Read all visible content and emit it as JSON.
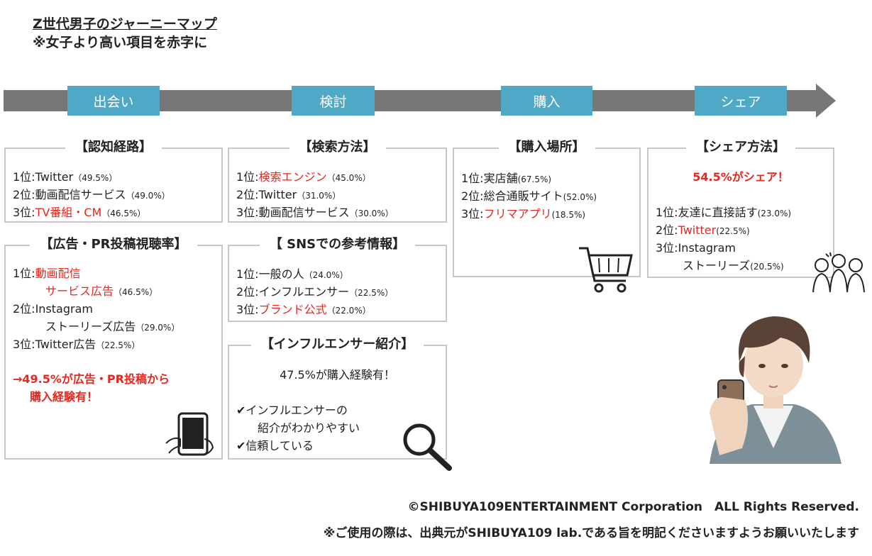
{
  "header": {
    "title": "Z世代男子のジャーニーマップ",
    "subtitle": "※女子より高い項目を赤字に"
  },
  "stages": [
    "出会い",
    "検討",
    "購入",
    "シェア"
  ],
  "boxes": {
    "awareness": {
      "title": "【認知経路】",
      "items": [
        {
          "rank": "1位:",
          "label": "Twitter",
          "pct": "（49.5%）"
        },
        {
          "rank": "2位:",
          "label": "動画配信サービス",
          "pct": "（49.0%）"
        },
        {
          "rank": "3位:",
          "label": "TV番組・CM",
          "pct": "（46.5%）"
        }
      ]
    },
    "ads": {
      "title": "【広告・PR投稿視聴率】",
      "items": [
        {
          "rank": "1位:",
          "label_line1": "動画配信",
          "label_line2": "サービス広告",
          "pct": "（46.5%）"
        },
        {
          "rank": "2位:",
          "label_line1": "Instagram",
          "label_line2": "ストーリーズ広告",
          "pct": "（29.0%）"
        },
        {
          "rank": "3位:",
          "label": "Twitter広告",
          "pct": "（22.5%）"
        }
      ],
      "note_line1": "→49.5%が広告・PR投稿から",
      "note_line2": "購入経験有！"
    },
    "search": {
      "title": "【検索方法】",
      "items": [
        {
          "rank": "1位:",
          "label": "検索エンジン",
          "pct": "（45.0%）"
        },
        {
          "rank": "2位:",
          "label": "Twitter",
          "pct": "（31.0%）"
        },
        {
          "rank": "3位:",
          "label": "動画配信サービス",
          "pct": "（30.0%）"
        }
      ]
    },
    "sns_info": {
      "title": "【 SNSでの参考情報】",
      "items": [
        {
          "rank": "1位:",
          "label": "一般の人",
          "pct": "（24.0%）"
        },
        {
          "rank": "2位:",
          "label": "インフルエンサー",
          "pct": "（22.5%）"
        },
        {
          "rank": "3位:",
          "label": "ブランド公式",
          "pct": "（22.0%）"
        }
      ]
    },
    "influencer": {
      "title": "【インフルエンサー紹介】",
      "headline": "47.5%が購入経験有！",
      "check1_line1": "✔インフルエンサーの",
      "check1_line2": "紹介がわかりやすい",
      "check2": "✔信頼している"
    },
    "purchase": {
      "title": "【購入場所】",
      "items": [
        {
          "rank": "1位:",
          "label": "実店舗",
          "pct": "(67.5%)"
        },
        {
          "rank": "2位:",
          "label": "総合通販サイト",
          "pct": "(52.0%)"
        },
        {
          "rank": "3位:",
          "label": "フリマアプリ",
          "pct": "(18.5%)"
        }
      ]
    },
    "share": {
      "title": "【シェア方法】",
      "headline": "54.5%がシェア！",
      "items": [
        {
          "rank": "1位:",
          "label": "友達に直接話す",
          "pct": "(23.0%)"
        },
        {
          "rank": "2位:",
          "label": "Twitter",
          "pct": "(22.5%)"
        },
        {
          "rank": "3位:",
          "label_line1": "Instagram",
          "label_line2": "ストーリーズ",
          "pct": "(20.5%)"
        }
      ]
    }
  },
  "footer": {
    "copyright": "©SHIBUYA109ENTERTAINMENT Corporation　ALL Rights Reserved.",
    "note": "※ご使用の際は、出典元がSHIBUYA109 lab.である旨を明記くださいますようお願いいたします"
  },
  "colors": {
    "accent": "#4fa9c6",
    "highlight": "#e8261e",
    "arrow": "#777777"
  },
  "icons": [
    "smartphone-hand-icon",
    "magnifier-icon",
    "shopping-cart-icon",
    "chatting-people-icon",
    "young-man-illustration"
  ]
}
